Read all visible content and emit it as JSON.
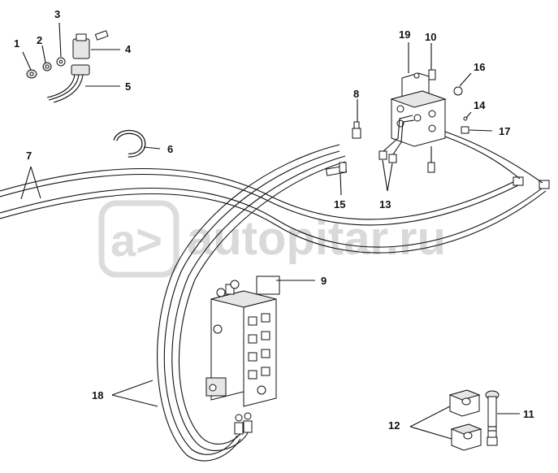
{
  "watermark": {
    "text": "autopitar.ru"
  },
  "callouts": [
    {
      "id": "c1",
      "text": "1"
    },
    {
      "id": "c2",
      "text": "2"
    },
    {
      "id": "c3",
      "text": "3"
    },
    {
      "id": "c4",
      "text": "4"
    },
    {
      "id": "c5",
      "text": "5"
    },
    {
      "id": "c6",
      "text": "6"
    },
    {
      "id": "c7",
      "text": "7"
    },
    {
      "id": "c8",
      "text": "8"
    },
    {
      "id": "c9",
      "text": "9"
    },
    {
      "id": "c10",
      "text": "10"
    },
    {
      "id": "c11",
      "text": "11"
    },
    {
      "id": "c12",
      "text": "12"
    },
    {
      "id": "c13",
      "text": "13"
    },
    {
      "id": "c14",
      "text": "14"
    },
    {
      "id": "c15",
      "text": "15"
    },
    {
      "id": "c16",
      "text": "16"
    },
    {
      "id": "c17",
      "text": "17"
    },
    {
      "id": "c18",
      "text": "18"
    },
    {
      "id": "c19",
      "text": "19"
    }
  ]
}
